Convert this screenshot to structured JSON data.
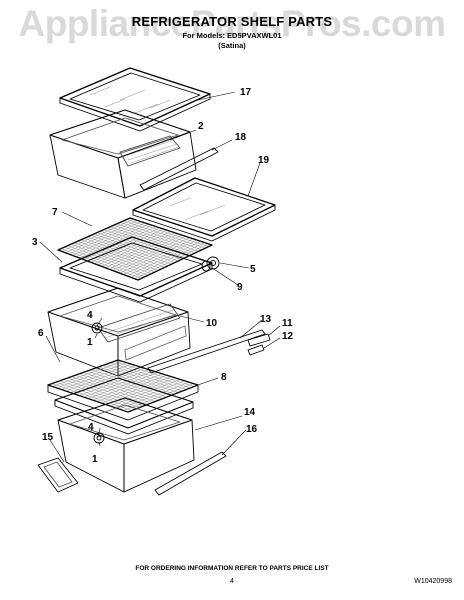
{
  "watermark": "AppliancePartsPros.com",
  "title": "REFRIGERATOR SHELF PARTS",
  "subtitle": {
    "models": "For Models: ED5PVAXWL01",
    "color": "(Satina)"
  },
  "callouts": [
    "17",
    "2",
    "18",
    "19",
    "7",
    "3",
    "5",
    "9",
    "4",
    "1",
    "10",
    "13",
    "11",
    "12",
    "6",
    "8",
    "4",
    "14",
    "16",
    "15",
    "1"
  ],
  "footer": {
    "ordering_note": "FOR ORDERING INFORMATION REFER TO PARTS PRICE LIST",
    "page_number": "4",
    "doc_number": "W10420998"
  }
}
